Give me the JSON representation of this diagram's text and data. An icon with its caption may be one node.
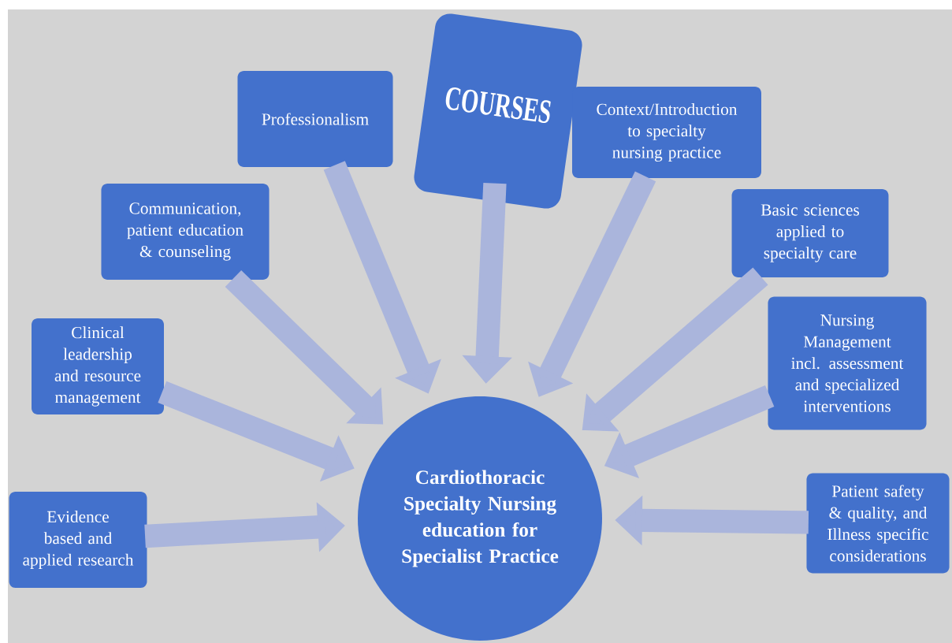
{
  "diagram": {
    "nodes": [
      {
        "text": [
          "COURSES"
        ]
      },
      {
        "text": [
          "Professionalism"
        ]
      },
      {
        "text": [
          "Context/Introduction to specialty nursing practice"
        ]
      },
      {
        "text": [
          "Communication, patient education & counseling"
        ]
      },
      {
        "text": [
          "Basic sciences applied to specialty care"
        ]
      },
      {
        "text": [
          "Clinical leadership and resource management"
        ]
      },
      {
        "text": [
          "Nursing Management incl. assessment and specialized interventions"
        ]
      },
      {
        "text": [
          "Evidence based and applied research"
        ]
      },
      {
        "text": [
          "Patient safety & quality, and Illness specific considerations"
        ]
      },
      {
        "text": [
          "Cardiothoracic Specialty Nursing education for Specialist Practice"
        ]
      }
    ],
    "edges": [
      {
        "from": 0,
        "to": 9,
        "arrow": "to"
      },
      {
        "from": 1,
        "to": 9,
        "arrow": "to"
      },
      {
        "from": 2,
        "to": 9,
        "arrow": "to"
      },
      {
        "from": 3,
        "to": 9,
        "arrow": "to"
      },
      {
        "from": 4,
        "to": 9,
        "arrow": "to"
      },
      {
        "from": 5,
        "to": 9,
        "arrow": "to"
      },
      {
        "from": 6,
        "to": 9,
        "arrow": "to"
      },
      {
        "from": 7,
        "to": 9,
        "arrow": "to"
      },
      {
        "from": 8,
        "to": 9,
        "arrow": "to"
      }
    ]
  }
}
